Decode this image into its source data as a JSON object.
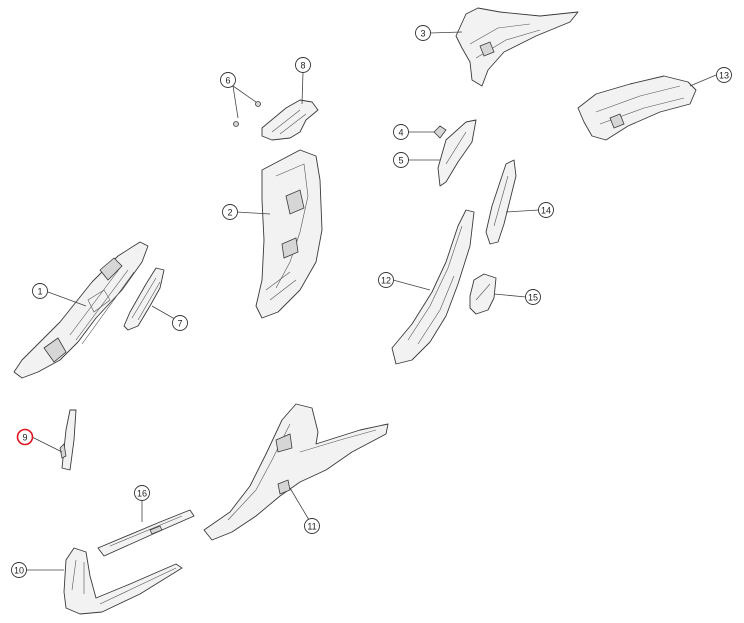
{
  "callouts": [
    {
      "id": "1",
      "highlighted": false
    },
    {
      "id": "2",
      "highlighted": false
    },
    {
      "id": "3",
      "highlighted": false
    },
    {
      "id": "4",
      "highlighted": false
    },
    {
      "id": "5",
      "highlighted": false
    },
    {
      "id": "6",
      "highlighted": false
    },
    {
      "id": "7",
      "highlighted": false
    },
    {
      "id": "8",
      "highlighted": false
    },
    {
      "id": "9",
      "highlighted": true
    },
    {
      "id": "10",
      "highlighted": false
    },
    {
      "id": "11",
      "highlighted": false
    },
    {
      "id": "12",
      "highlighted": false
    },
    {
      "id": "13",
      "highlighted": false
    },
    {
      "id": "14",
      "highlighted": false
    },
    {
      "id": "15",
      "highlighted": false
    },
    {
      "id": "16",
      "highlighted": false
    }
  ],
  "colors": {
    "background": "#ffffff",
    "line": "#3a3a3a",
    "highlight": "#e0141e"
  }
}
